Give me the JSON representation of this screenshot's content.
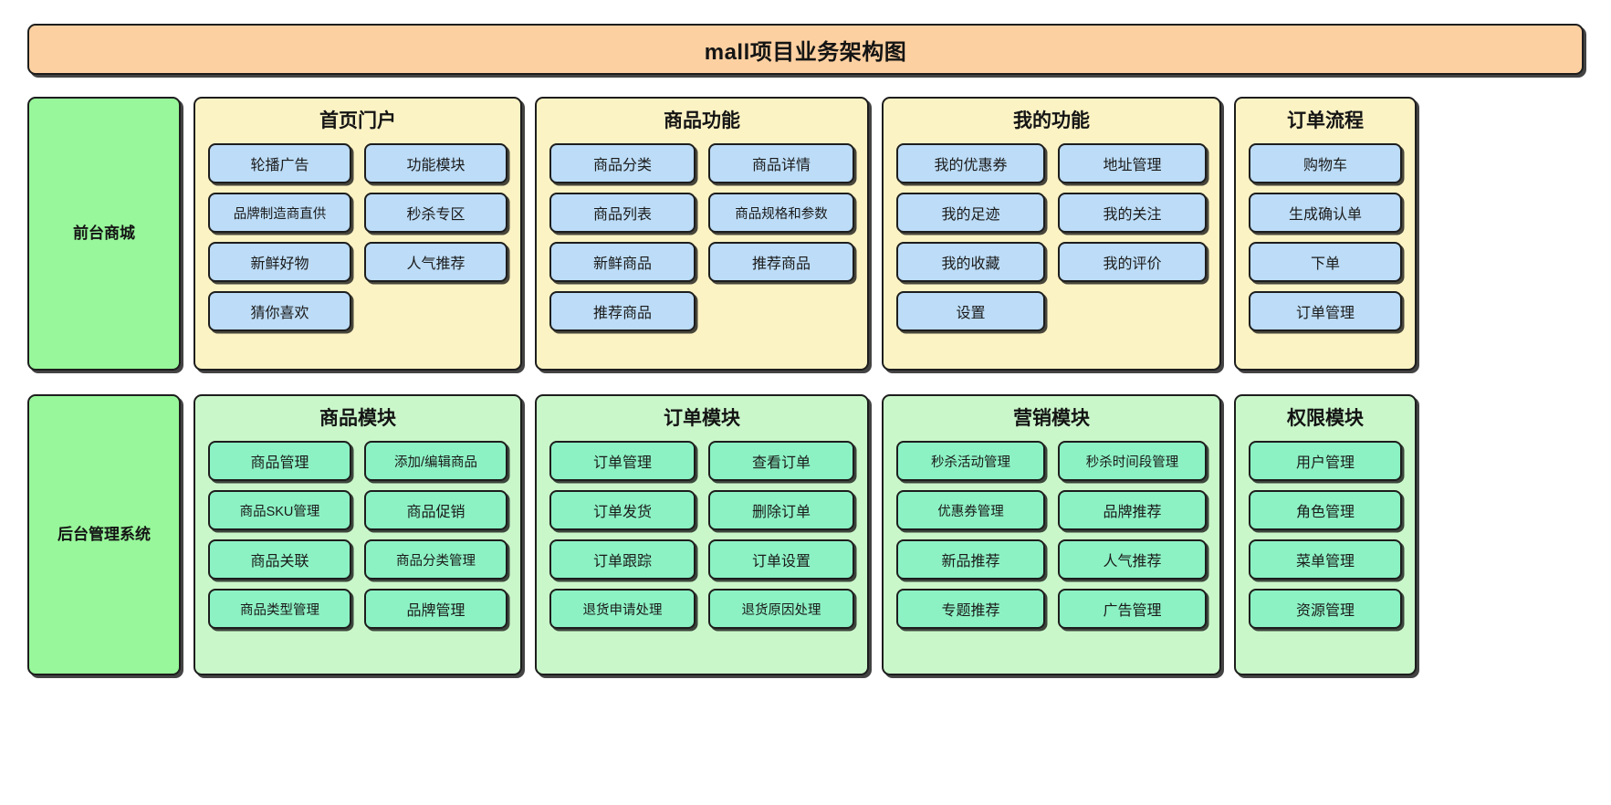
{
  "header": {
    "title": "mall项目业务架构图",
    "background": "#fcd0a1"
  },
  "colors": {
    "stage_panel": "#97f79a",
    "front_group_bg": "#fcf3c4",
    "front_item_bg": "#bcdcf7",
    "back_group_bg": "#caf7ca",
    "back_item_bg": "#8cf2c4",
    "border": "#1d1d1d"
  },
  "rows": [
    {
      "stage_label": "前台商城",
      "groups": [
        {
          "title": "首页门户",
          "columns": 2,
          "items": [
            "轮播广告",
            "功能模块",
            "品牌制造商直供",
            "秒杀专区",
            "新鲜好物",
            "人气推荐",
            "猜你喜欢"
          ]
        },
        {
          "title": "商品功能",
          "columns": 2,
          "items": [
            "商品分类",
            "商品详情",
            "商品列表",
            "商品规格和参数",
            "新鲜商品",
            "推荐商品",
            "推荐商品"
          ]
        },
        {
          "title": "我的功能",
          "columns": 2,
          "items": [
            "我的优惠券",
            "地址管理",
            "我的足迹",
            "我的关注",
            "我的收藏",
            "我的评价",
            "设置"
          ]
        },
        {
          "title": "订单流程",
          "columns": 1,
          "items": [
            "购物车",
            "生成确认单",
            "下单",
            "订单管理"
          ]
        }
      ]
    },
    {
      "stage_label": "后台管理系统",
      "groups": [
        {
          "title": "商品模块",
          "columns": 2,
          "items": [
            "商品管理",
            "添加/编辑商品",
            "商品SKU管理",
            "商品促销",
            "商品关联",
            "商品分类管理",
            "商品类型管理",
            "品牌管理"
          ]
        },
        {
          "title": "订单模块",
          "columns": 2,
          "items": [
            "订单管理",
            "查看订单",
            "订单发货",
            "删除订单",
            "订单跟踪",
            "订单设置",
            "退货申请处理",
            "退货原因处理"
          ]
        },
        {
          "title": "营销模块",
          "columns": 2,
          "items": [
            "秒杀活动管理",
            "秒杀时间段管理",
            "优惠券管理",
            "品牌推荐",
            "新品推荐",
            "人气推荐",
            "专题推荐",
            "广告管理"
          ]
        },
        {
          "title": "权限模块",
          "columns": 1,
          "items": [
            "用户管理",
            "角色管理",
            "菜单管理",
            "资源管理"
          ]
        }
      ]
    }
  ]
}
